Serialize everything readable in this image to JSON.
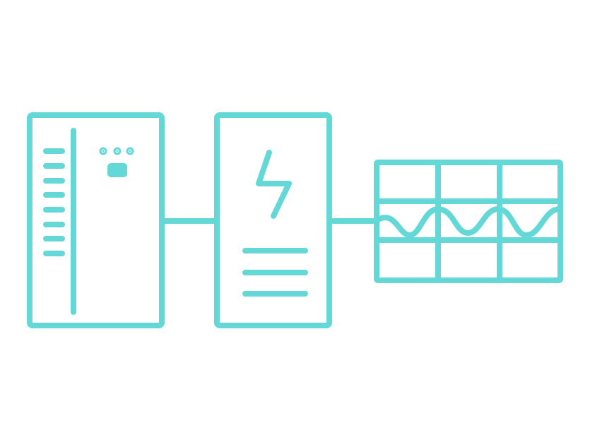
{
  "diagram": {
    "stroke_color": "#63d8d7",
    "background": "#ffffff",
    "nodes": [
      {
        "id": "battery-cabinet",
        "icon": "server-rack-icon"
      },
      {
        "id": "inverter",
        "icon": "lightning-bolt-icon"
      },
      {
        "id": "grid-waveform",
        "icon": "sine-wave-grid-icon"
      }
    ],
    "edges": [
      {
        "from": "battery-cabinet",
        "to": "inverter"
      },
      {
        "from": "inverter",
        "to": "grid-waveform"
      }
    ]
  }
}
